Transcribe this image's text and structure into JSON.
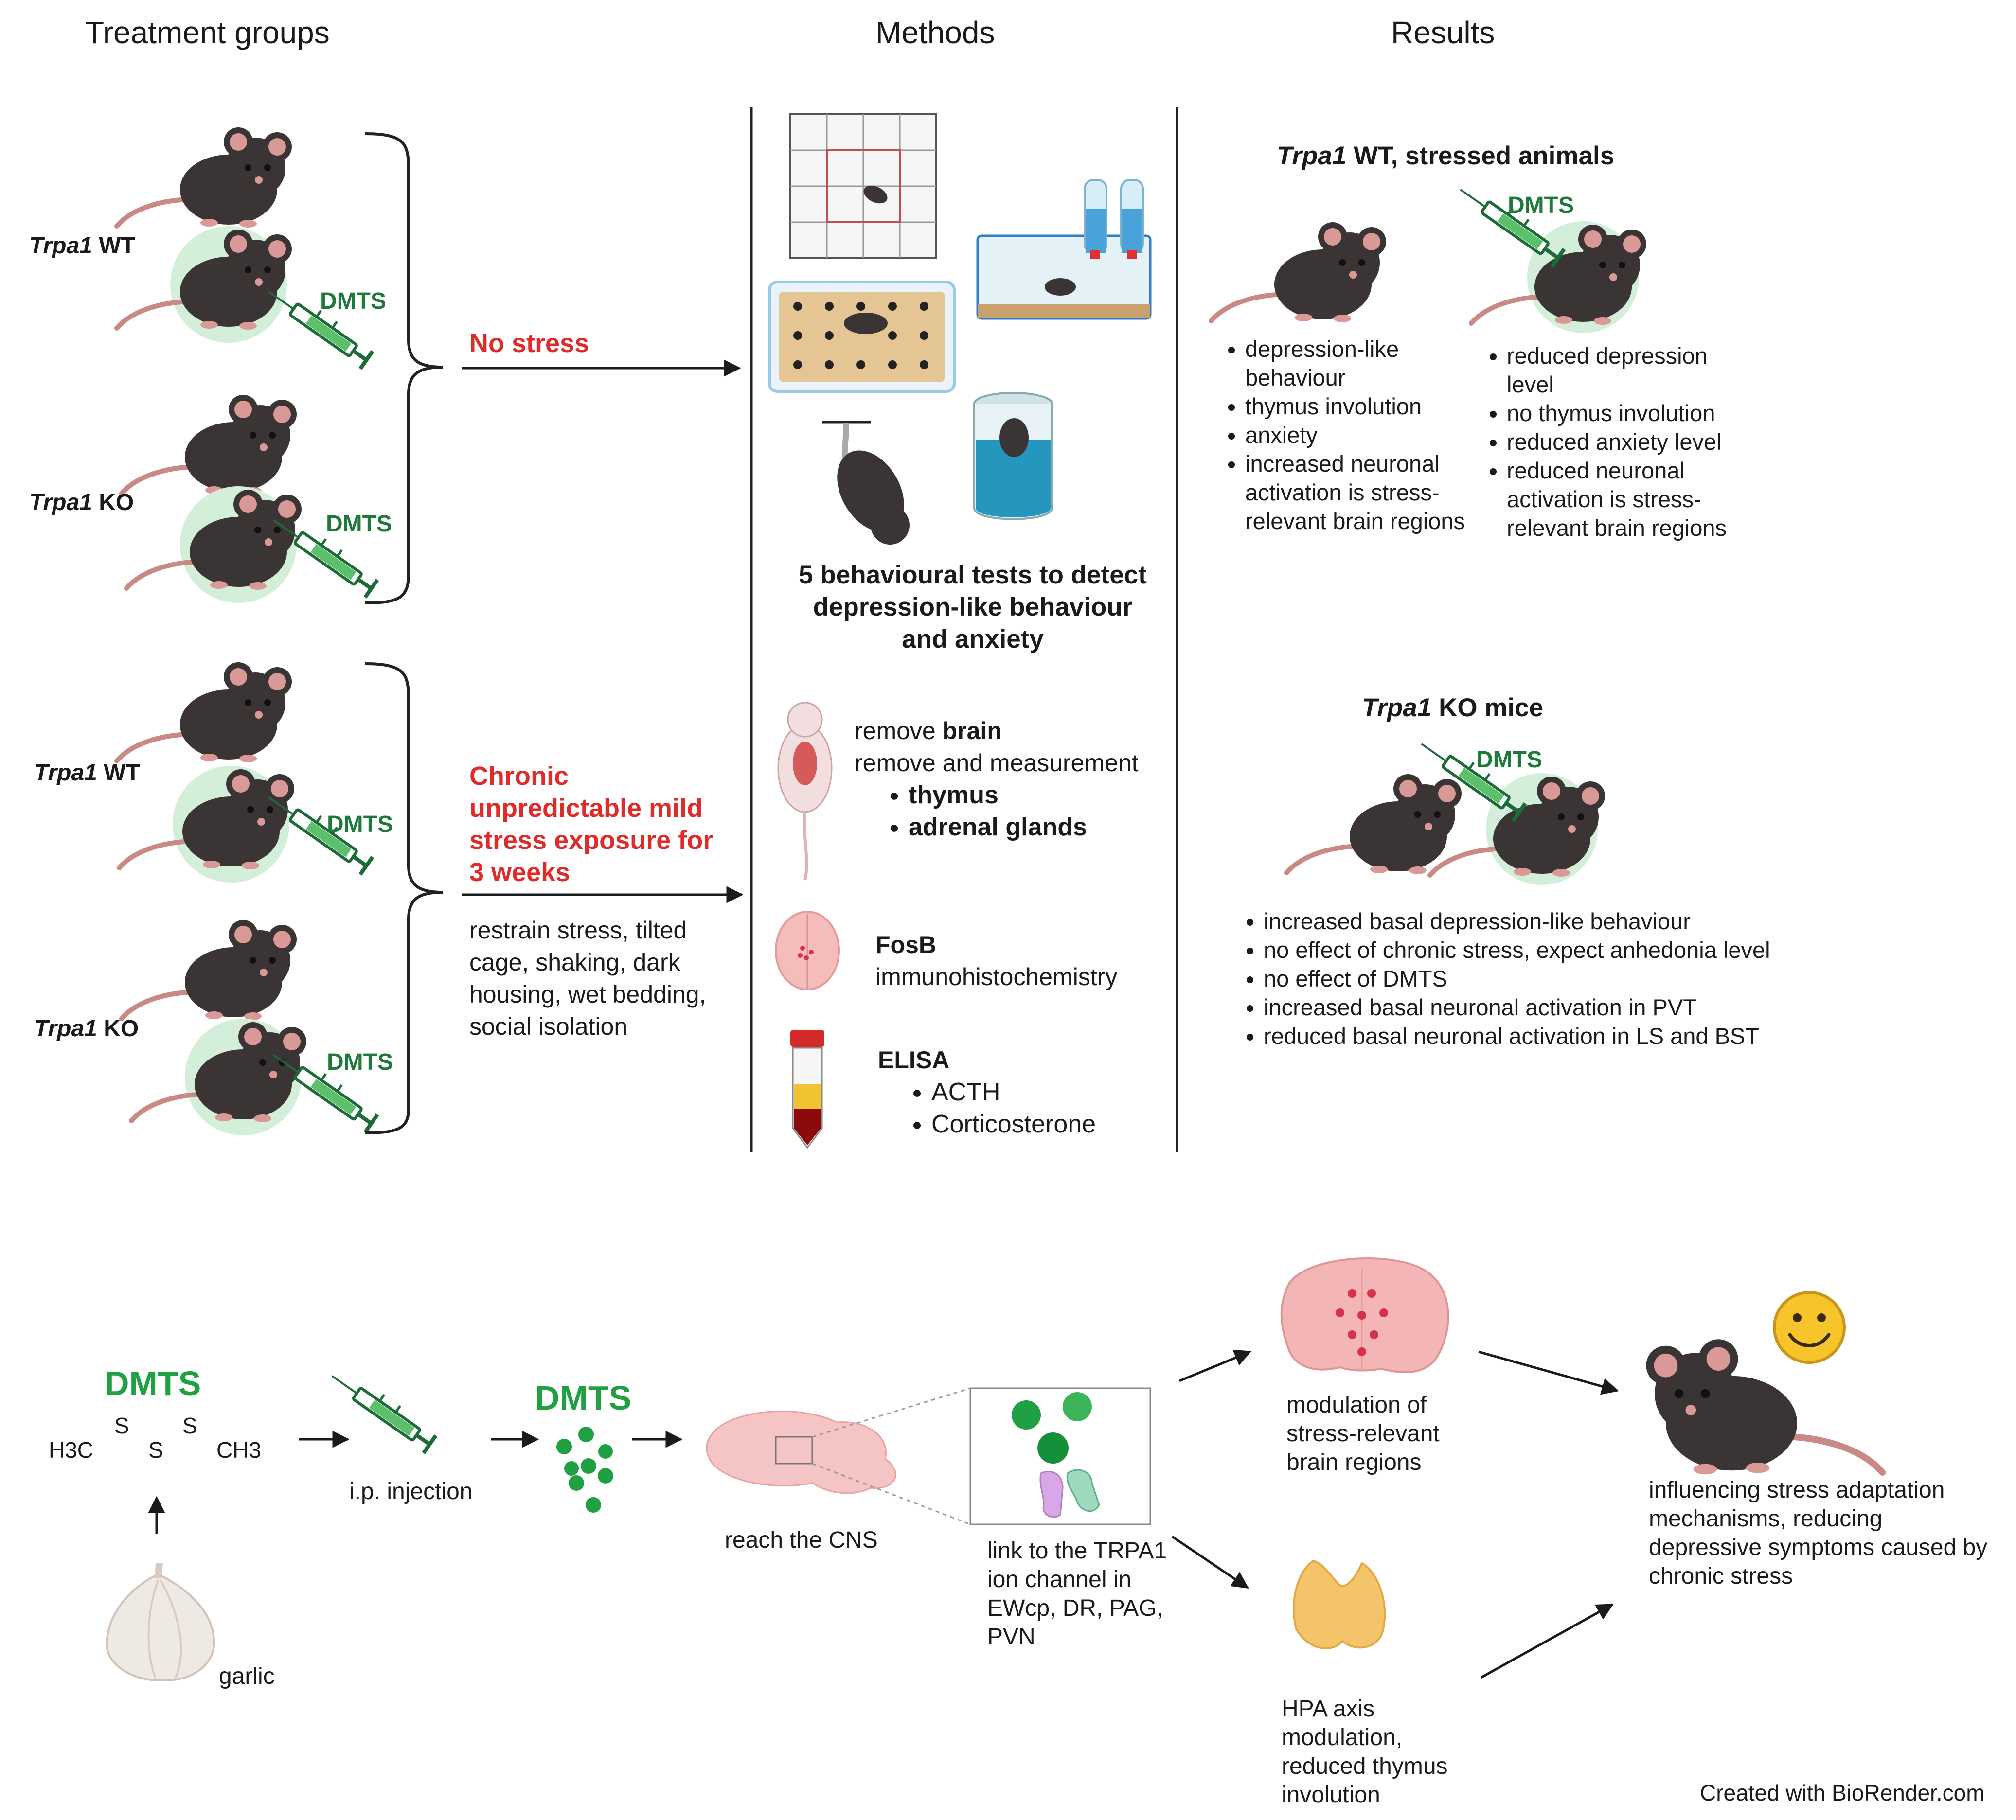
{
  "headers": {
    "treatment": "Treatment groups",
    "methods": "Methods",
    "results": "Results"
  },
  "treatment": {
    "groups": [
      {
        "gene": "Trpa1",
        "type": "WT",
        "dmts": "DMTS"
      },
      {
        "gene": "Trpa1",
        "type": "KO",
        "dmts": "DMTS"
      },
      {
        "gene": "Trpa1",
        "type": "WT",
        "dmts": "DMTS"
      },
      {
        "gene": "Trpa1",
        "type": "KO",
        "dmts": "DMTS"
      }
    ],
    "no_stress": "No stress",
    "chronic_stress": "Chronic unpredictable mild stress exposure for 3 weeks",
    "stressors": "restrain stress, tilted cage, shaking, dark housing, wet bedding, social isolation"
  },
  "methods": {
    "behaviour_caption": "5 behavioural tests to detect depression-like behaviour and anxiety",
    "remove_prefix": "remove ",
    "remove_brain": "brain",
    "remove_measure": "remove and measurement",
    "organs": [
      "thymus",
      "adrenal glands"
    ],
    "fosb": "FosB",
    "ihc": "immunohistochemistry",
    "elisa": "ELISA",
    "elisa_items": [
      "ACTH",
      "Corticosterone"
    ]
  },
  "results": {
    "wt_title_gene": "Trpa1",
    "wt_title_rest": " WT, stressed animals",
    "wt_dmts": "DMTS",
    "wt_left": [
      "depression-like behaviour",
      "thymus involution",
      "anxiety",
      "increased neuronal activation is stress-relevant brain regions"
    ],
    "wt_right": [
      "reduced depression level",
      "no thymus involution",
      "reduced anxiety level",
      "reduced neuronal activation is stress-relevant brain regions"
    ],
    "ko_title_gene": "Trpa1",
    "ko_title_rest": " KO mice",
    "ko_dmts": "DMTS",
    "ko_list": [
      "increased basal depression-like behaviour",
      "no effect of chronic stress, expect anhedonia level",
      "no effect of DMTS",
      "increased basal neuronal activation in PVT",
      "reduced basal neuronal activation in LS and BST"
    ]
  },
  "mechanism": {
    "dmts1": "DMTS",
    "formula": {
      "left": "H3C",
      "s1": "S",
      "s2": "S",
      "s3": "S",
      "right": "CH3"
    },
    "garlic": "garlic",
    "injection": "i.p. injection",
    "dmts2": "DMTS",
    "cns": "reach the CNS",
    "trpa1": "link to the TRPA1 ion channel in EWcp, DR, PAG, PVN",
    "brain_mod": "modulation of stress-relevant brain regions",
    "hpa": "HPA axis modulation, reduced thymus involution",
    "outcome": "influencing stress adaptation mechanisms, reducing depressive symptoms caused by chronic stress"
  },
  "footer": "Created with BioRender.com",
  "colors": {
    "dmts_green": "#1fa043",
    "label_green": "#1e7a3a",
    "stress_red": "#e02b2b",
    "mouse": "#3b3434",
    "halo": "#d3efd9"
  }
}
